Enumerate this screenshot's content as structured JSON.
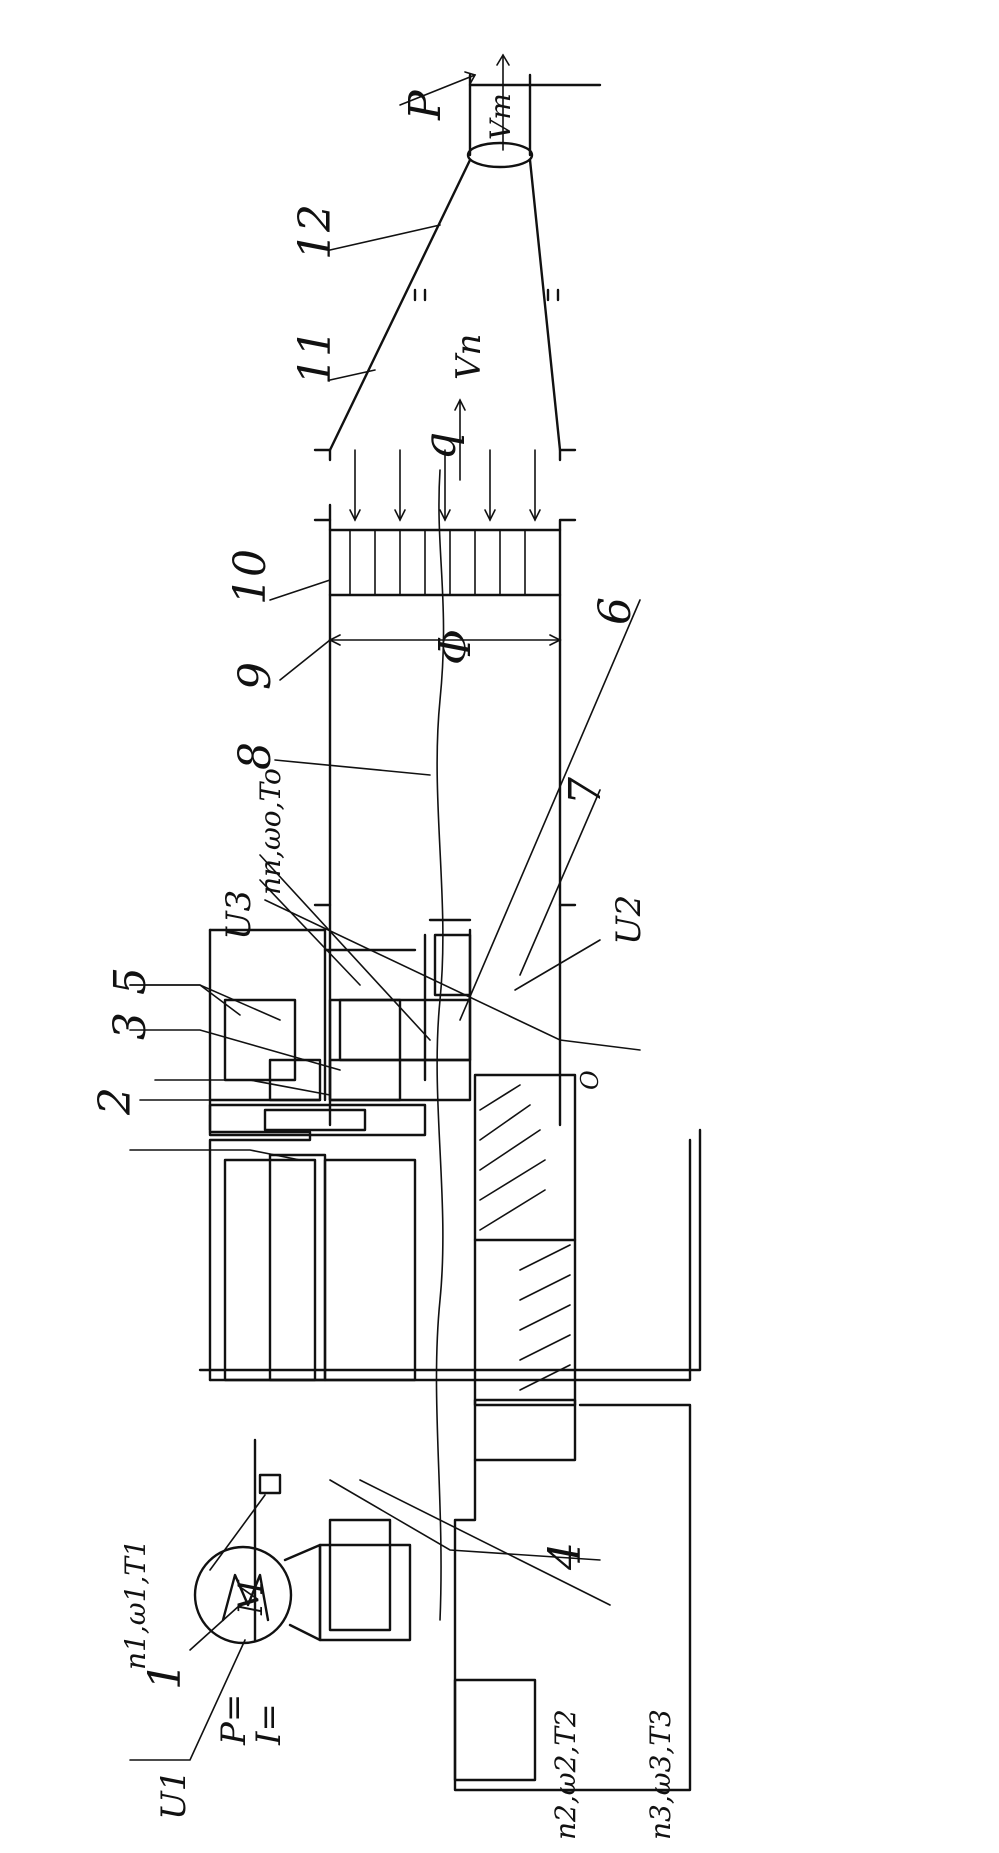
{
  "labels": {
    "n1": "1",
    "n2": "2",
    "n3": "3",
    "n4": "4",
    "n5": "5",
    "n6": "6",
    "n7": "7",
    "n8": "8",
    "n9": "9",
    "n10": "10",
    "n11": "11",
    "n12": "12",
    "u1": "U1",
    "u2": "U2",
    "u3": "U3",
    "p_eq": "P=",
    "i_eq": "I=",
    "motor_m": "M",
    "n1w1t1": "n1,ω1,T1",
    "n2w2t2": "n2,ω2,T2",
    "n3w3t3": "n3,ω3,T3",
    "nnwoto": "nn,ωo,To",
    "vn": "Vn",
    "vm": "Vm",
    "p": "P",
    "q": "q",
    "phi": "Φ",
    "o": "O"
  }
}
